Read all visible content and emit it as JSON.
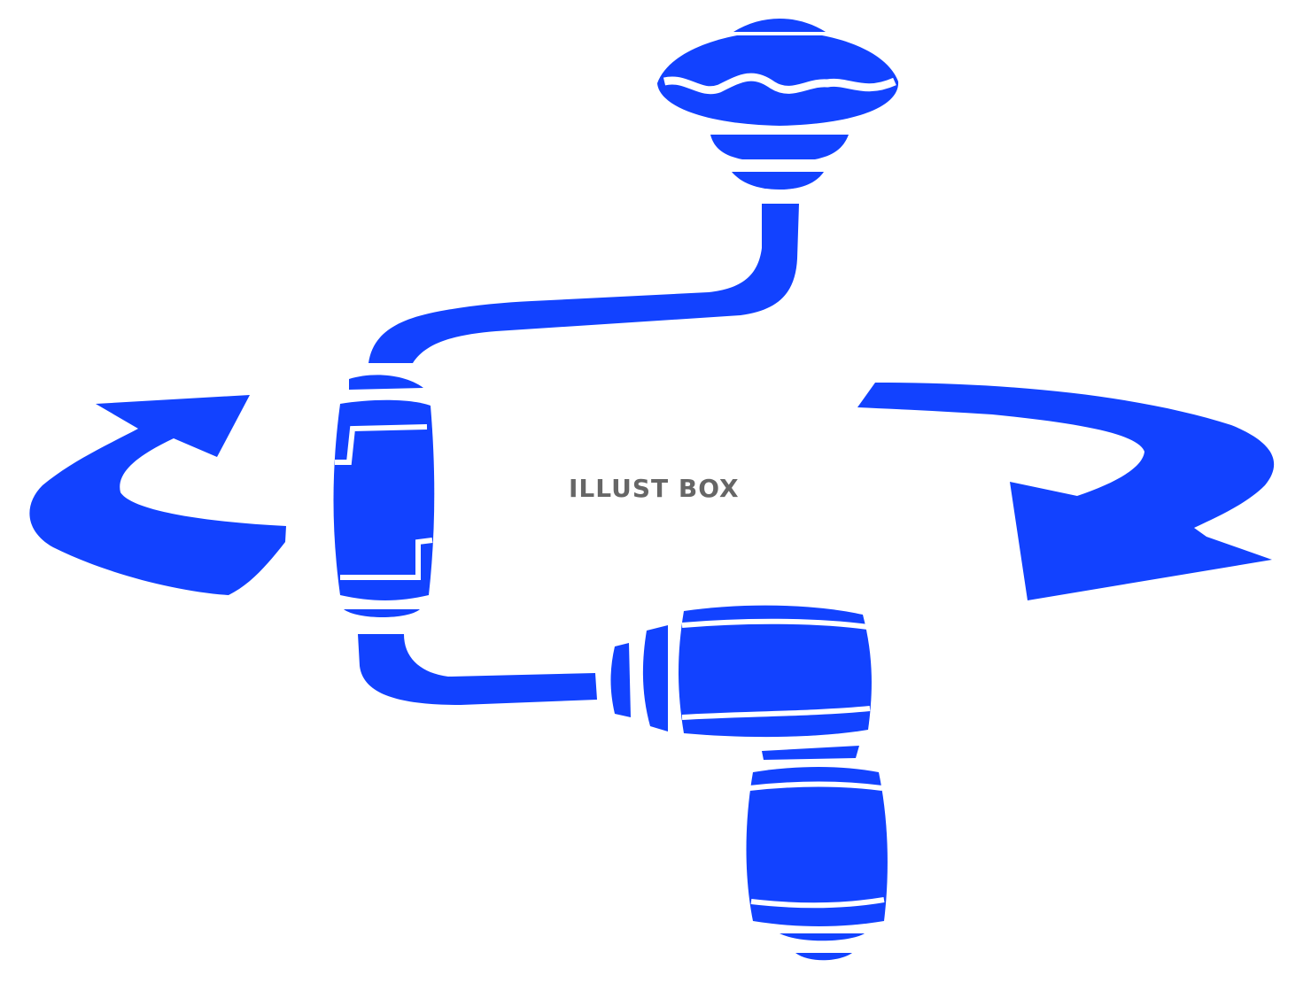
{
  "illustration": {
    "subject": "brace-drill-icon",
    "fill_color": "#1242FF",
    "background_color": "#FFFFFF",
    "rotation_arrows": [
      "left-curved-arrow",
      "right-curved-arrow"
    ]
  },
  "watermark": {
    "text": "ILLUST BOX",
    "color": "#666666"
  }
}
